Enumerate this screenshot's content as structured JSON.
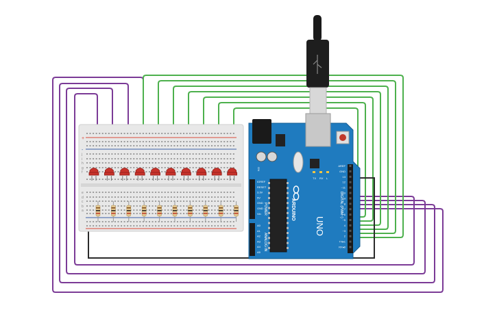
{
  "canvas": {
    "background": "#ffffff"
  },
  "colors": {
    "purple_wire": "#7b3a96",
    "green_wire": "#4cb04c",
    "black_wire": "#2a2a2a",
    "breadboard": "#e8e8e8",
    "rail_red": "#d94a3a",
    "rail_blue": "#3a5fa8",
    "arduino": "#1f7bbf",
    "led": "#c8332b",
    "resistor": "#e2c68f"
  },
  "components": {
    "usb_cable": {
      "icon": "usb-plug-icon"
    },
    "breadboard": {
      "rail_plus": "+",
      "rail_minus": "-",
      "row_letters_top": [
        "j",
        "i",
        "h",
        "g",
        "f"
      ],
      "row_letters_bottom": [
        "e",
        "d",
        "c",
        "b",
        "a"
      ]
    },
    "led_count": 10,
    "resistor_count": 10,
    "arduino": {
      "brand": "ARDUINO",
      "model": "UNO",
      "power_header_title": "POWER",
      "analog_header_title": "ANALOG IN",
      "digital_header_title": "DIGITAL (PWM~)",
      "power_pins": [
        "IOREF",
        "RESET",
        "3.3V",
        "5V",
        "GND",
        "GND",
        "Vin"
      ],
      "analog_pins": [
        "A0",
        "A1",
        "A2",
        "A3",
        "A4",
        "A5"
      ],
      "digital_pins": [
        "AREF",
        "GND",
        "13",
        "12",
        "~11",
        "~10",
        "~9",
        "8",
        "7",
        "~6",
        "~5",
        "4",
        "~3",
        "2",
        "TX▸1",
        "RX◂0"
      ],
      "leds": [
        "TX",
        "RX",
        "L"
      ],
      "on_label": "ON"
    }
  }
}
